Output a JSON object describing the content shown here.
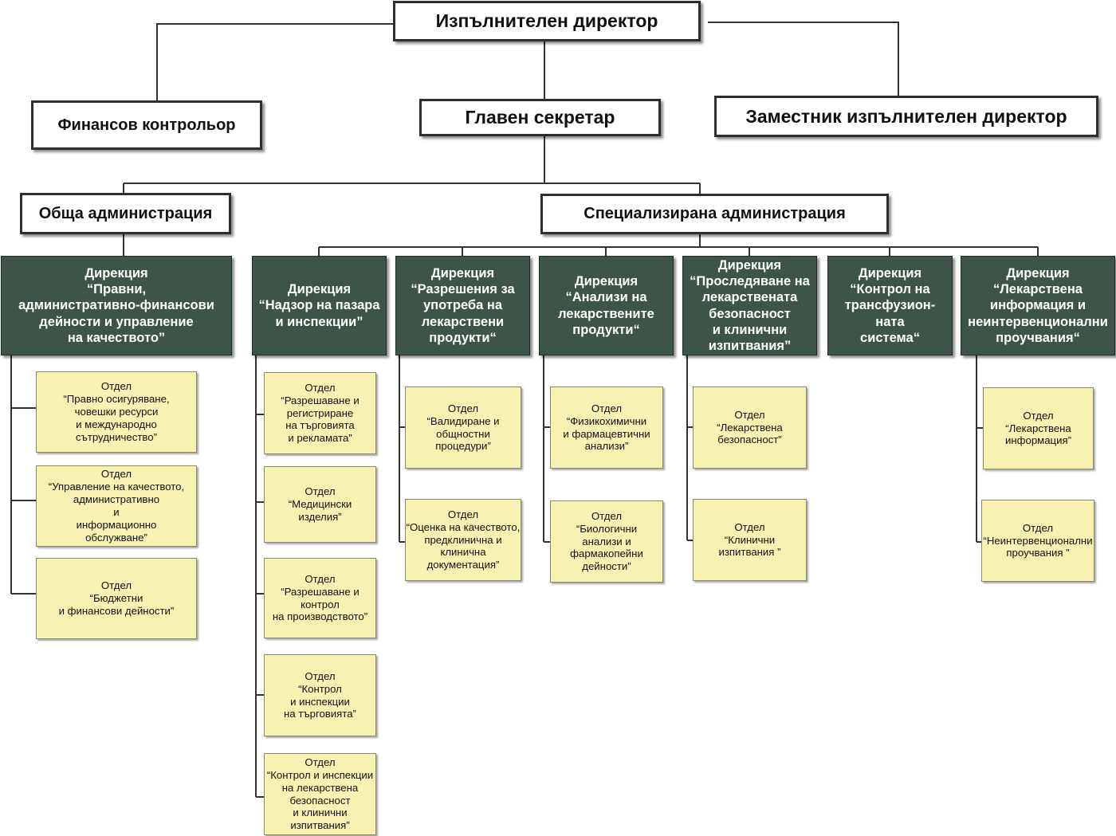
{
  "top": {
    "director": "Изпълнителен директор",
    "financial_controller": "Финансов контрольор",
    "chief_secretary": "Главен секретар",
    "deputy_director": "Заместник изпълнителен директор"
  },
  "administrations": {
    "general": "Обща администрация",
    "specialized": "Специализирана администрация"
  },
  "directorates": [
    {
      "title": "Дирекция\n“Правни,\nадминистративно-финансови\nдейности и управление\nна качеството”",
      "departments": [
        "Отдел\n“Правно осигуряване,\nчовешки ресурси\nи международно\nсътрудничество”",
        "Отдел\n“Управление на качеството,\nадминистративно\nи\nинформационно\nобслужване”",
        "Отдел\n“Бюджетни\nи финансови дейности”"
      ]
    },
    {
      "title": "Дирекция\n“Надзор на пазара\nи инспекции”",
      "departments": [
        "Отдел\n“Разрешаване и\nрегистриране\nна търговията\nи рекламата”",
        "Отдел\n“Медицински\nизделия”",
        "Отдел\n“Разрешаване и\nконтрол\nна производството”",
        "Отдел\n“Контрол\nи инспекции\nна търговията”",
        "Отдел\n“Контрол и инспекции\nна лекарствена\nбезопасност\nи клинични\nизпитвания”"
      ]
    },
    {
      "title": "Дирекция\n“Разрешения за\nупотреба на\nлекарствени\nпродукти“",
      "departments": [
        "Отдел\n“Валидиране и\nобщностни\nпроцедури”",
        "Отдел\n“Оценка на качеството,\nпредклинична и\nклинична\nдокументация”"
      ]
    },
    {
      "title": "Дирекция\n“Анализи на\nлекарствените\nпродукти“",
      "departments": [
        "Отдел\n“Физикохимични\nи фармацевтични\nанализи”",
        "Отдел\n“Биологични\nанализи и\nфармакопейни\nдейности”"
      ]
    },
    {
      "title": "Дирекция\n“Проследяване на\nлекарствената\nбезопасност\nи клинични\nизпитвания”",
      "departments": [
        "Отдел\n“Лекарствена\nбезопасност”",
        "Отдел\n“Клинични\nизпитвания ”"
      ]
    },
    {
      "title": "Дирекция\n“Контрол на\nтрансфузион-\nната\nсистема“",
      "departments": []
    },
    {
      "title": "Дирекция\n“Лекарствена\nинформация и\nнеинтервенционални\nпроучвания“",
      "departments": [
        "Отдел\n“Лекарствена\nинформация”",
        "Отдел\n“Неинтервенционални\nпроучвания ”"
      ]
    }
  ]
}
